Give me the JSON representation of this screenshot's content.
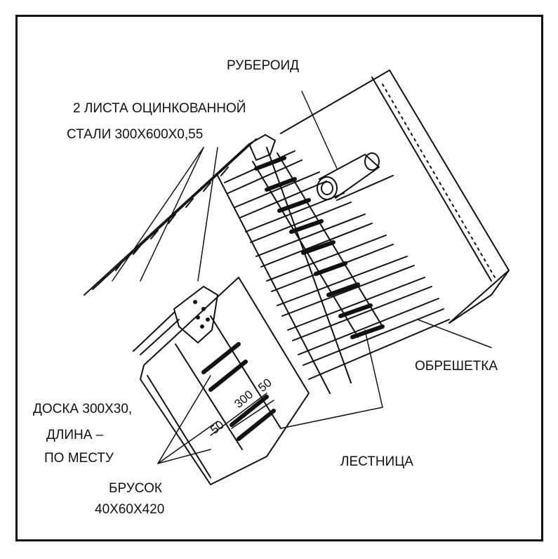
{
  "labels": {
    "roofing_felt": "РУБЕРОИД",
    "galvanized_line1": "2 ЛИСТА ОЦИНКОВАННОЙ",
    "galvanized_line2": "СТАЛИ 300Х600Х0,55",
    "sheathing": "ОБРЕШЕТКА",
    "board_line1": "ДОСКА 300Х30,",
    "board_line2": "ДЛИНА –",
    "board_line3": "ПО МЕСТУ",
    "ladder": "ЛЕСТНИЦА",
    "bar_line1": "БРУСОК",
    "bar_line2": "40Х60Х420"
  },
  "dimensions": {
    "d50_left": "50",
    "d300": "300",
    "d50_right": "50"
  },
  "colors": {
    "ink": "#111111",
    "background": "#ffffff"
  }
}
